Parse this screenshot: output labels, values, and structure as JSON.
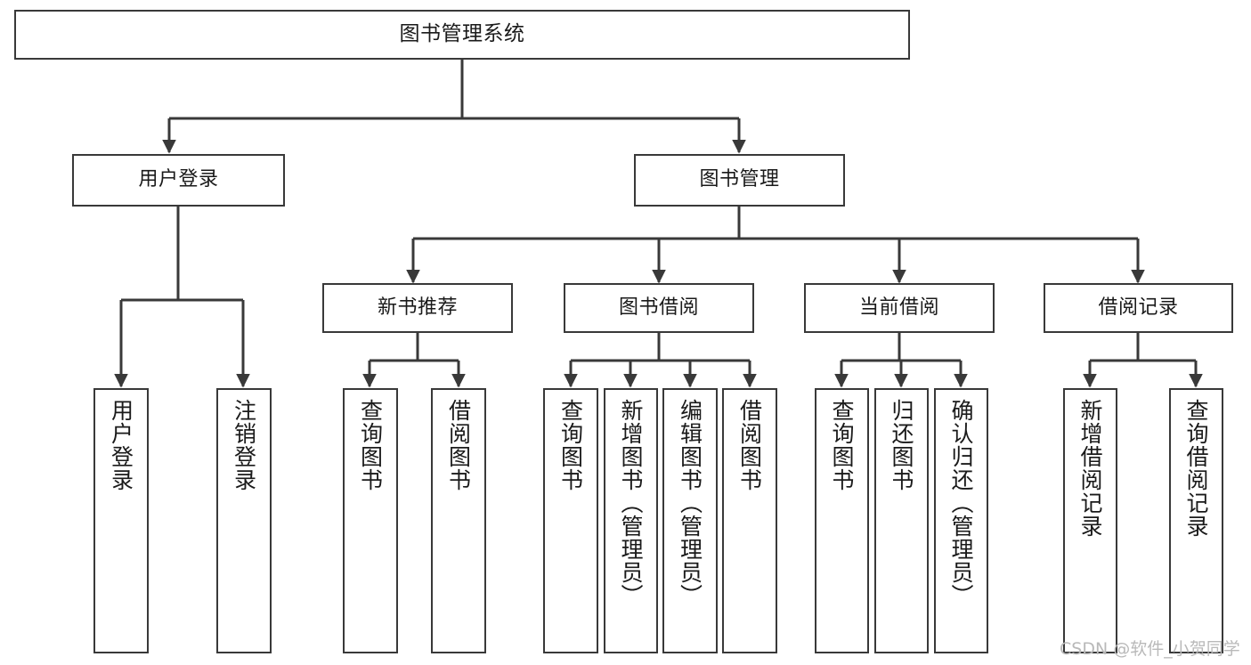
{
  "diagram": {
    "title": "图书管理系统",
    "type": "tree",
    "orientation": "top-down",
    "stroke_color": "#393939",
    "background_color": "#ffffff",
    "text_color": "#1a1a1a",
    "root": {
      "id": "root",
      "label": "图书管理系统"
    },
    "level2": [
      {
        "id": "user-login",
        "label": "用户登录"
      },
      {
        "id": "book-manage",
        "label": "图书管理"
      }
    ],
    "level3": [
      {
        "id": "new-book-recommend",
        "label": "新书推荐",
        "parent": "book-manage"
      },
      {
        "id": "book-borrow",
        "label": "图书借阅",
        "parent": "book-manage"
      },
      {
        "id": "current-borrow",
        "label": "当前借阅",
        "parent": "book-manage"
      },
      {
        "id": "borrow-record",
        "label": "借阅记录",
        "parent": "book-manage"
      }
    ],
    "leaves": [
      {
        "id": "leaf-user-login",
        "label": "用户登录",
        "parent": "user-login"
      },
      {
        "id": "leaf-logout-login",
        "label": "注销登录",
        "parent": "user-login"
      },
      {
        "id": "leaf-query-book-1",
        "label": "查询图书",
        "parent": "new-book-recommend"
      },
      {
        "id": "leaf-borrow-book-1",
        "label": "借阅图书",
        "parent": "new-book-recommend"
      },
      {
        "id": "leaf-query-book-2",
        "label": "查询图书",
        "parent": "book-borrow"
      },
      {
        "id": "leaf-add-book",
        "label": "新增图书（管理员）",
        "parent": "book-borrow"
      },
      {
        "id": "leaf-edit-book",
        "label": "编辑图书（管理员）",
        "parent": "book-borrow"
      },
      {
        "id": "leaf-borrow-book-2",
        "label": "借阅图书",
        "parent": "book-borrow"
      },
      {
        "id": "leaf-query-book-3",
        "label": "查询图书",
        "parent": "current-borrow"
      },
      {
        "id": "leaf-return-book",
        "label": "归还图书",
        "parent": "current-borrow"
      },
      {
        "id": "leaf-confirm-return",
        "label": "确认归还（管理员）",
        "parent": "current-borrow"
      },
      {
        "id": "leaf-add-record",
        "label": "新增借阅记录",
        "parent": "borrow-record"
      },
      {
        "id": "leaf-query-record",
        "label": "查询借阅记录",
        "parent": "borrow-record"
      }
    ]
  },
  "watermark": {
    "text": "CSDN @软件_小贺同学"
  }
}
